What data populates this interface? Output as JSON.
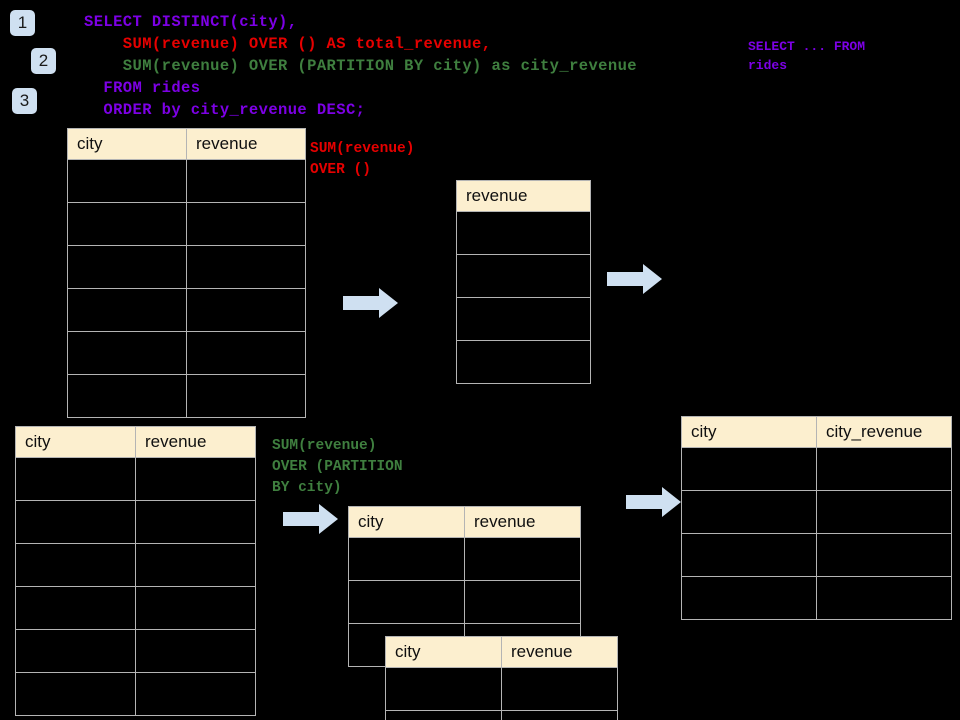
{
  "diagram": {
    "title": "SQL window function execution walkthrough",
    "background_color": "#000000",
    "badge_color": "#cfe0f1",
    "header_color": "#fcefcf",
    "border_color": "#b4b4b4",
    "arrow_color": "#cfe0f1"
  },
  "steps": [
    {
      "label": "1"
    },
    {
      "label": "2"
    },
    {
      "label": "3"
    }
  ],
  "sql": {
    "line1": "SELECT DISTINCT(city),",
    "line2": "    SUM(revenue) OVER () AS total_revenue,",
    "line3": "    SUM(revenue) OVER (PARTITION BY city) as city_revenue",
    "line4": "  FROM rides",
    "line5": "  ORDER by city_revenue DESC;"
  },
  "annotations": {
    "from_rides": "SELECT ... FROM\nrides",
    "sum_over_empty": "SUM(revenue)\nOVER ()",
    "sum_over_partition": "SUM(revenue)\nOVER (PARTITION\nBY city)"
  },
  "tables": {
    "source_top": {
      "name": "rides-source-top",
      "columns": [
        "city",
        "revenue"
      ],
      "row_count": 6
    },
    "total_revenue": {
      "name": "total-revenue",
      "columns": [
        "revenue"
      ],
      "row_count": 4
    },
    "source_bottom": {
      "name": "rides-source-bottom",
      "columns": [
        "city",
        "revenue"
      ],
      "row_count": 6
    },
    "partition_back": {
      "name": "partition-group-back",
      "columns": [
        "city",
        "revenue"
      ],
      "row_count": 3
    },
    "partition_front": {
      "name": "partition-group-front",
      "columns": [
        "city",
        "revenue"
      ],
      "row_count": 2
    },
    "result": {
      "name": "final-result",
      "columns": [
        "city",
        "city_revenue"
      ],
      "row_count": 4
    }
  },
  "arrows": [
    {
      "name": "arrow-source-to-total"
    },
    {
      "name": "arrow-total-to-result"
    },
    {
      "name": "arrow-source-to-partition"
    },
    {
      "name": "arrow-partition-to-result"
    }
  ]
}
